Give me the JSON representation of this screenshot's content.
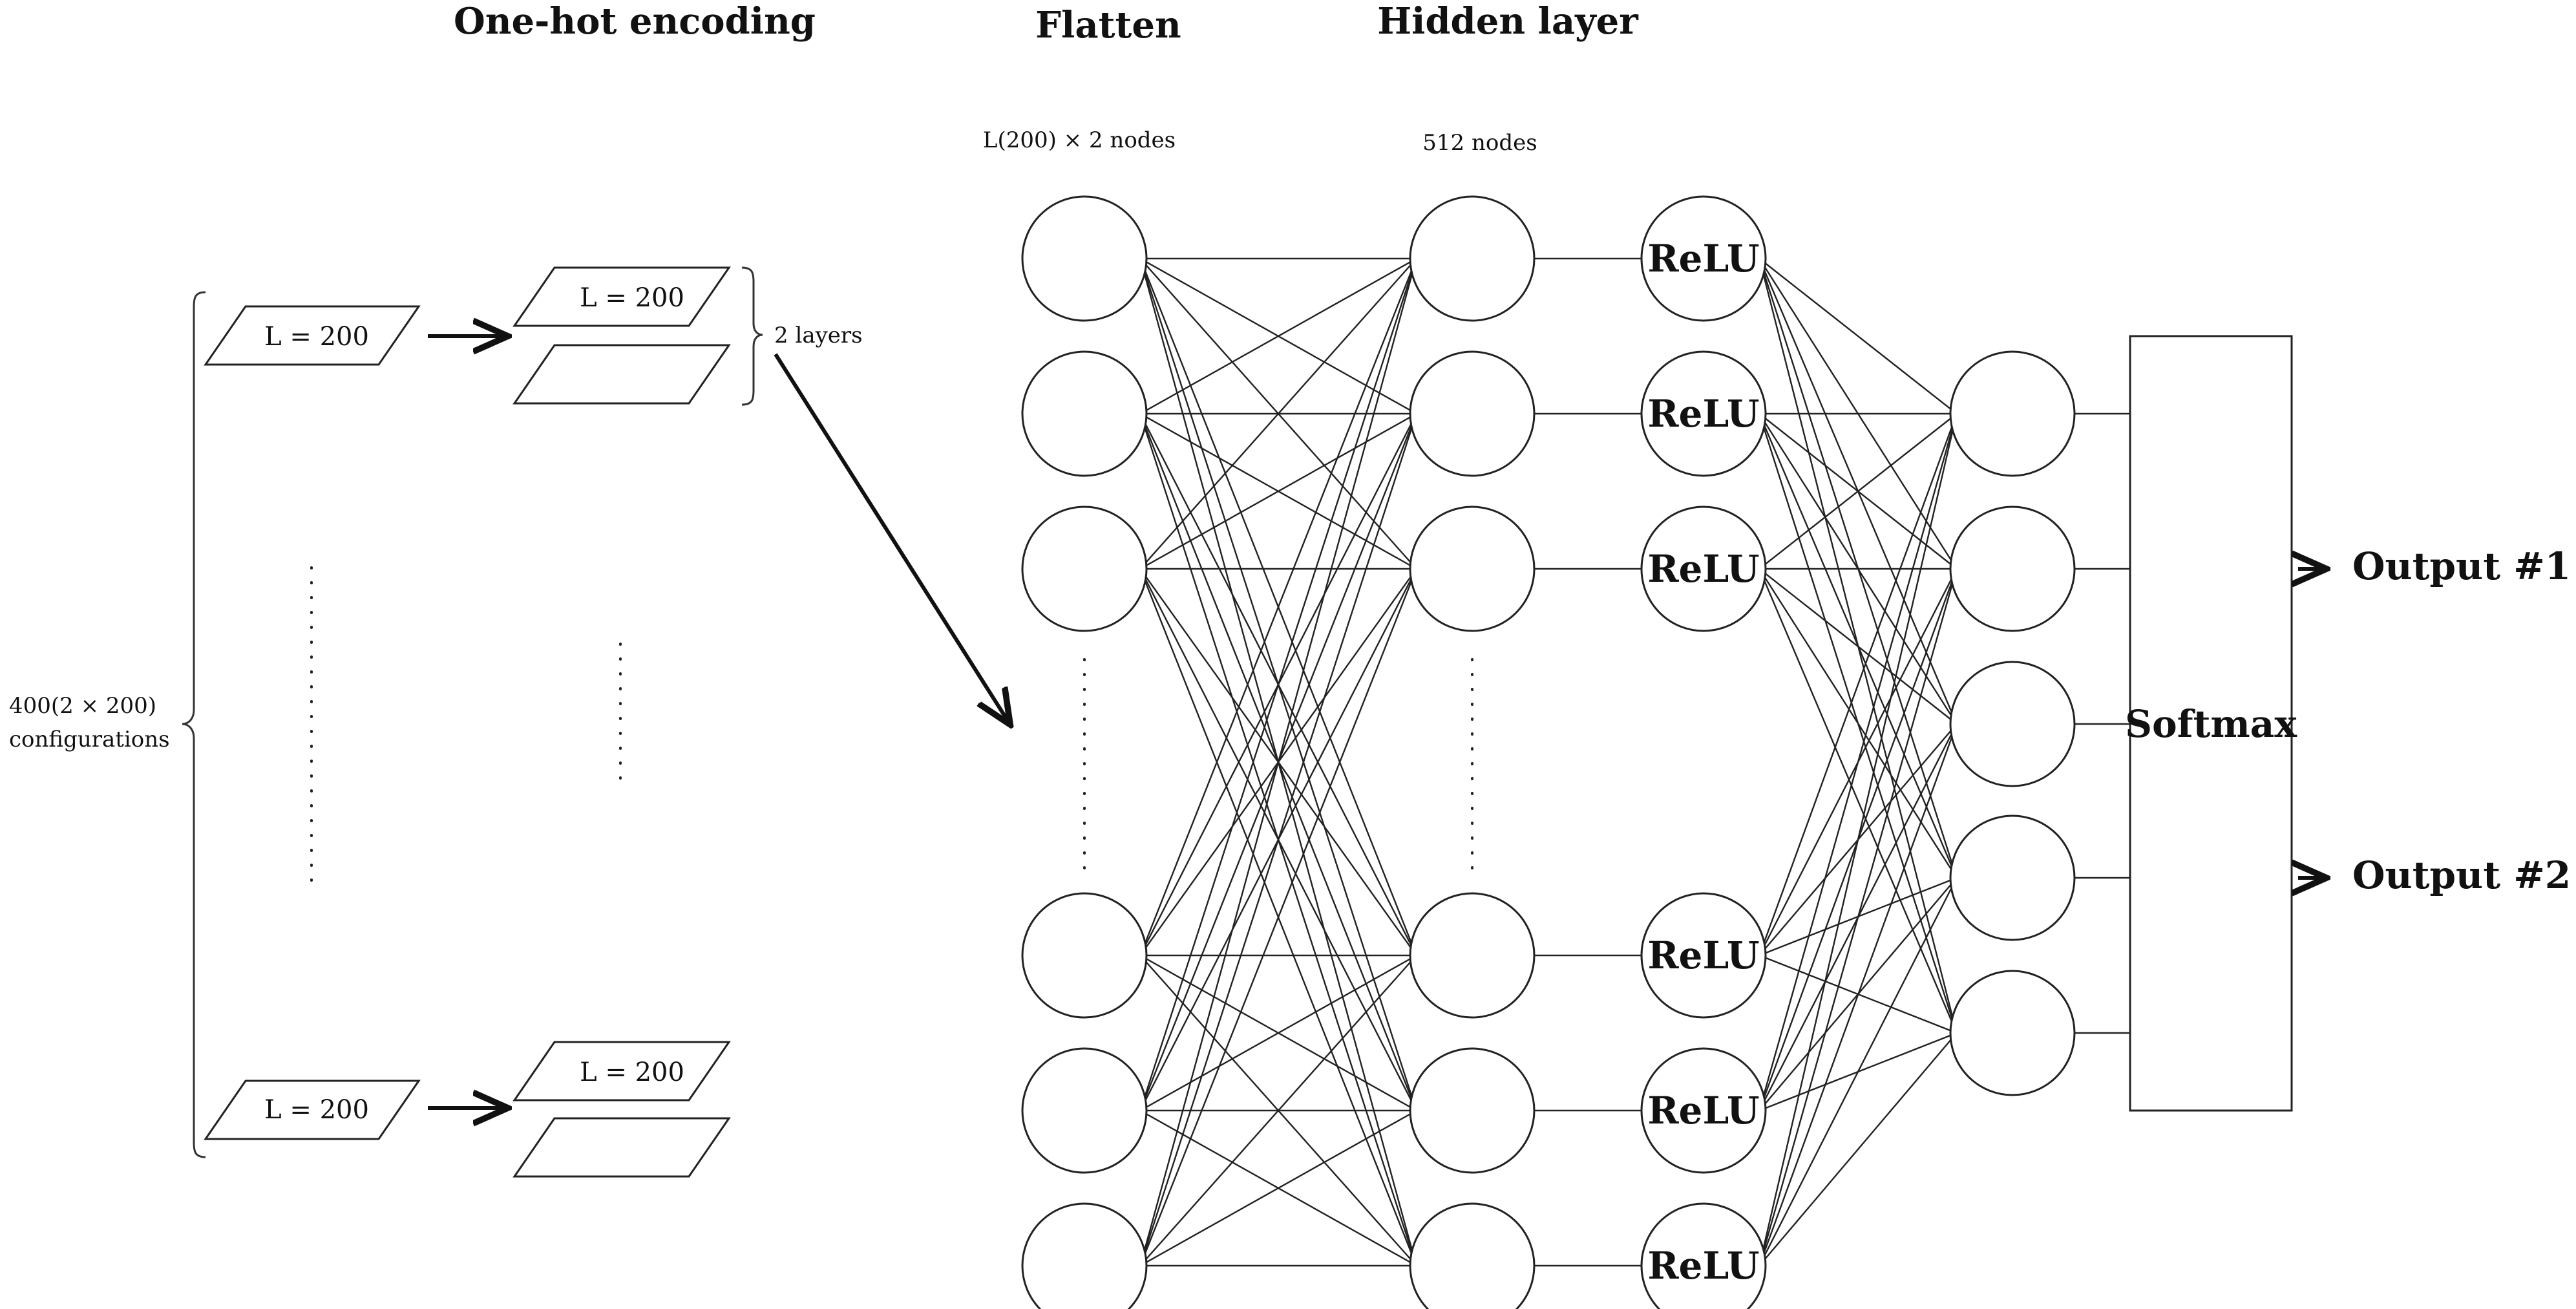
{
  "headers": {
    "one_hot": "One-hot encoding",
    "flatten": "Flatten",
    "hidden": "Hidden layer"
  },
  "flatten_nodes_label": "L(200) × 2 nodes",
  "hidden_nodes_label": "512 nodes",
  "configurations": {
    "line1": "400(2 × 200)",
    "line2": "configurations"
  },
  "input_label": "L = 200",
  "layers_label": "2 layers",
  "relu_label": "ReLU",
  "softmax_label": "Softmax",
  "outputs": [
    "Output #1",
    "Output #2"
  ]
}
